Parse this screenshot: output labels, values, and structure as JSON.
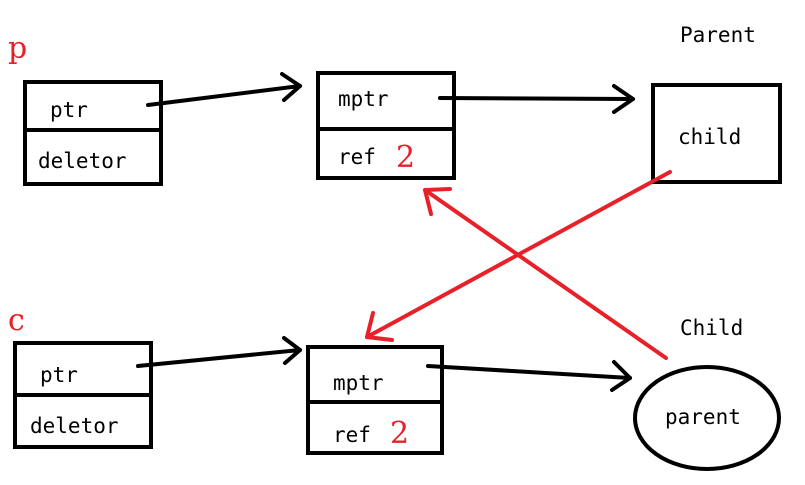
{
  "colors": {
    "accent_red": "#e8202a",
    "ink": "#000000"
  },
  "p_label": "p",
  "c_label": "c",
  "parent_title": "Parent",
  "child_title": "Child",
  "p_box": {
    "ptr": "ptr",
    "deletor": "deletor"
  },
  "p_ctrl": {
    "mptr": "mptr",
    "ref": "ref",
    "ref_count": "2"
  },
  "parent_obj": {
    "field": "child"
  },
  "c_box": {
    "ptr": "ptr",
    "deletor": "deletor"
  },
  "c_ctrl": {
    "mptr": "mptr",
    "ref": "ref",
    "ref_count": "2"
  },
  "child_obj": {
    "field": "parent"
  }
}
